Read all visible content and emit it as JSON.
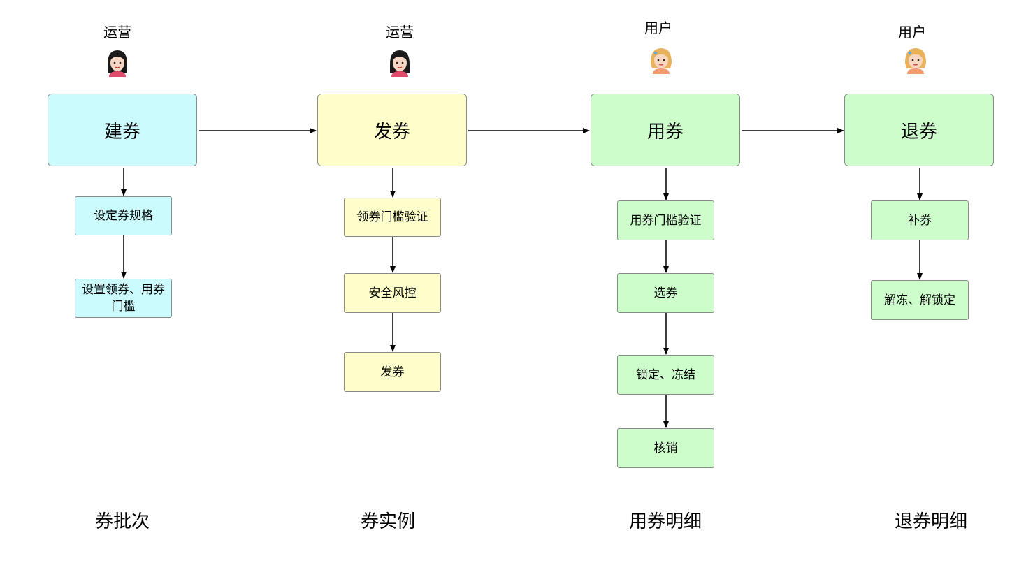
{
  "columns": [
    {
      "role": "运营",
      "title": "建券",
      "steps": [
        "设定券规格",
        "设置领券、用券门槛"
      ],
      "footer": "券批次"
    },
    {
      "role": "运营",
      "title": "发券",
      "steps": [
        "领券门槛验证",
        "安全风控",
        "发券"
      ],
      "footer": "券实例"
    },
    {
      "role": "用户",
      "title": "用券",
      "steps": [
        "用券门槛验证",
        "选券",
        "锁定、冻结",
        "核销"
      ],
      "footer": "用券明细"
    },
    {
      "role": "用户",
      "title": "退券",
      "steps": [
        "补券",
        "解冻、解锁定"
      ],
      "footer": "退券明细"
    }
  ],
  "colors": {
    "cyan": "#ccfbfe",
    "yellow": "#feffca",
    "green": "#ccfdcb",
    "border": "#8a8a8a"
  },
  "icons": {
    "operator": "woman-dark-hair-avatar-icon",
    "user": "woman-blonde-hair-avatar-icon"
  }
}
